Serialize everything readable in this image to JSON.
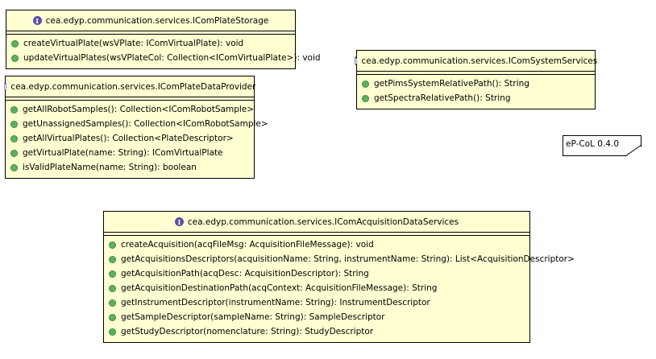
{
  "classes": [
    {
      "name": "cea.edyp.communication.services.IComPlateStorage",
      "operations": [
        "createVirtualPlate(wsVPlate: IComVirtualPlate): void",
        "updateVirtualPlates(wsVPlateCol: Collection<IComVirtualPlate>): void"
      ]
    },
    {
      "name": "cea.edyp.communication.services.IComPlateDataProvider",
      "operations": [
        "getAllRobotSamples(): Collection<IComRobotSample>",
        "getUnassignedSamples(): Collection<IComRobotSample>",
        "getAllVirtualPlates(): Collection<PlateDescriptor>",
        "getVirtualPlate(name: String): IComVirtualPlate",
        "isValidPlateName(name: String): boolean"
      ]
    },
    {
      "name": "cea.edyp.communication.services.IComSystemServices",
      "operations": [
        "getPimsSystemRelativePath(): String",
        "getSpectraRelativePath(): String"
      ]
    },
    {
      "name": "cea.edyp.communication.services.IComAcquisitionDataServices",
      "operations": [
        "createAcquisition(acqFileMsg: AcquisitionFileMessage): void",
        "getAcquisitionsDescriptors(acquisitionName: String, instrumentName: String): List<AcquisitionDescriptor>",
        "getAcquisitionPath(acqDesc: AcquisitionDescriptor): String",
        "getAcquisitionDestinationPath(acqContext: AcquisitionFileMessage): String",
        "getInstrumentDescriptor(instrumentName: String): InstrumentDescriptor",
        "getSampleDescriptor(sampleName: String): SampleDescriptor",
        "getStudyDescriptor(nomenclature: String): StudyDescriptor"
      ]
    }
  ],
  "interface_icon": "I",
  "note": {
    "text": "eP-CoL 0.4.0"
  },
  "colors": {
    "class_fill": "#ffffd2",
    "operation_dot": "#5fb05f",
    "interface_icon": "#5a4fa8"
  }
}
